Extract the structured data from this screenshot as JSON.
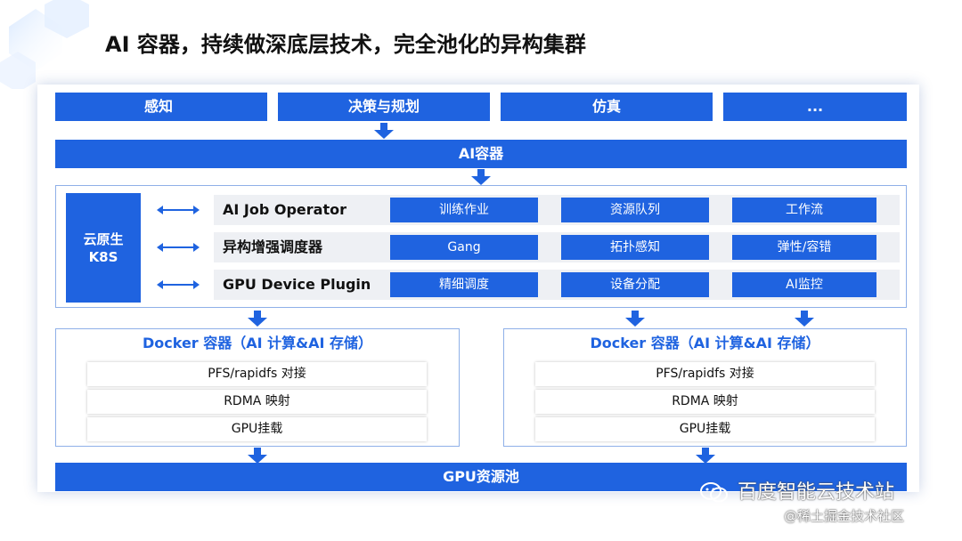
{
  "title": "AI 容器，持续做深底层技术，完全池化的异构集群",
  "top_row": [
    "感知",
    "决策与规划",
    "仿真",
    "..."
  ],
  "ai_container": "AI容器",
  "k8s": {
    "line1": "云原生",
    "line2": "K8S"
  },
  "rows": [
    {
      "label": "AI  Job Operator",
      "cells": [
        "训练作业",
        "资源队列",
        "工作流"
      ]
    },
    {
      "label": "异构增强调度器",
      "cells": [
        "Gang",
        "拓扑感知",
        "弹性/容错"
      ]
    },
    {
      "label": "GPU Device Plugin",
      "cells": [
        "精细调度",
        "设备分配",
        "AI监控"
      ]
    }
  ],
  "docker": {
    "title": "Docker 容器（AI 计算&AI 存储）",
    "items": [
      "PFS/rapidfs 对接",
      "RDMA 映射",
      "GPU挂载"
    ]
  },
  "gpu_pool": "GPU资源池",
  "watermark": {
    "line1": "百度智能云技术站",
    "line2": "@稀土掘金技术社区"
  },
  "colors": {
    "primary": "#1f63e0",
    "row_bg": "#eef0f4"
  }
}
